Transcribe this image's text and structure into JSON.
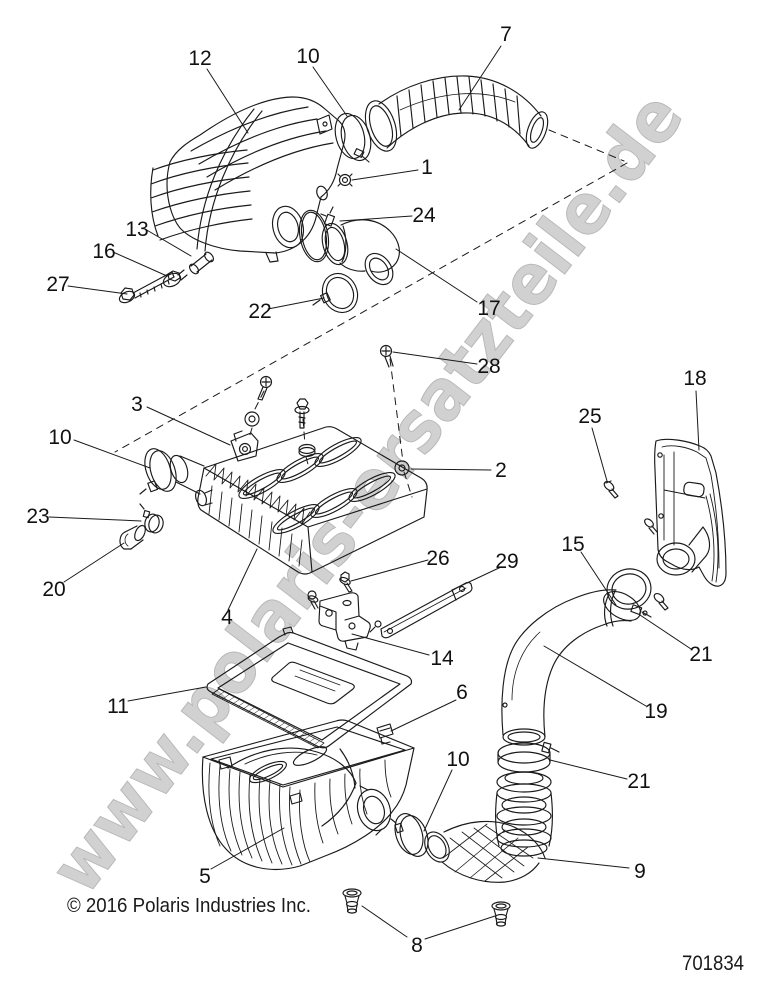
{
  "diagram": {
    "watermark": "www.polaris-ersatzteile.de",
    "copyright": "© 2016 Polaris Industries Inc.",
    "drawing_number": "701834",
    "line_color": "#1a1a1a",
    "watermark_color": "#cccccc",
    "callouts": [
      "1",
      "2",
      "3",
      "4",
      "5",
      "6",
      "7",
      "8",
      "9",
      "10",
      "11",
      "12",
      "13",
      "14",
      "15",
      "16",
      "17",
      "18",
      "19",
      "20",
      "21",
      "22",
      "23",
      "24",
      "25",
      "26",
      "27",
      "28",
      "29"
    ]
  }
}
